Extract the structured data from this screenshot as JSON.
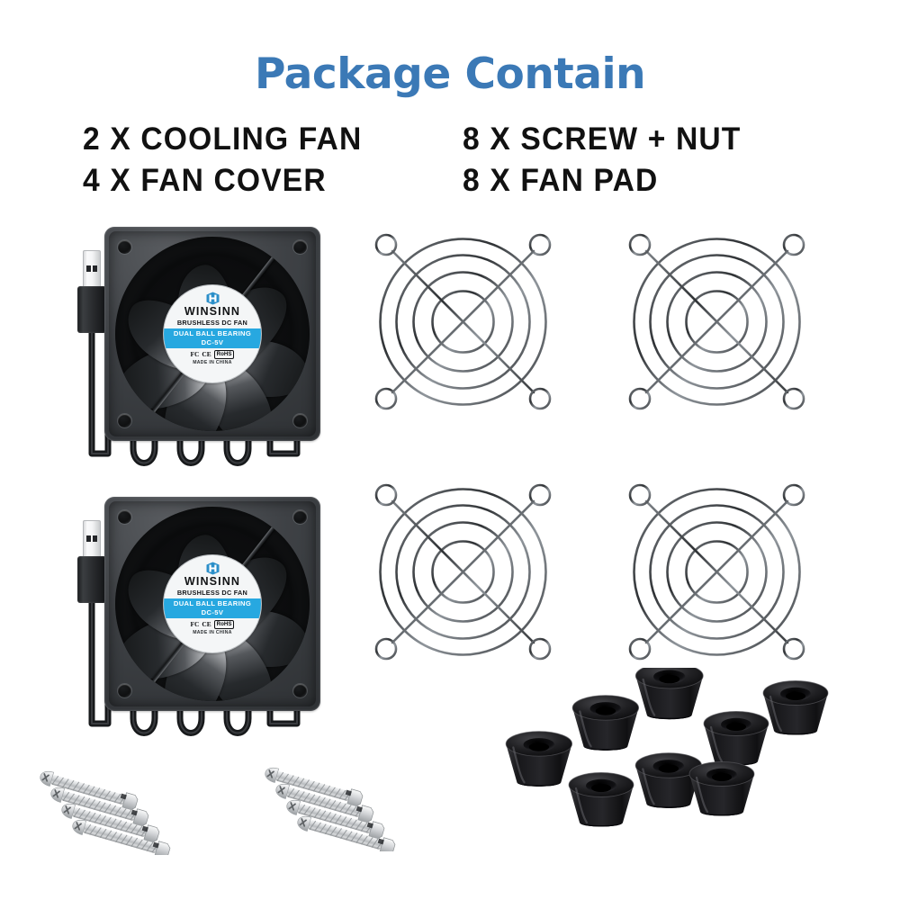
{
  "page": {
    "background_color": "#ffffff",
    "title": "Package Contain",
    "title_color": "#3b79b6"
  },
  "contents": {
    "left_column": [
      "2 X COOLING FAN",
      "4 X FAN COVER"
    ],
    "right_column": [
      "8 X SCREW + NUT",
      "8 X FAN PAD"
    ]
  },
  "fan_label": {
    "logo_icon": "winsinn-hexagon-logo-icon",
    "brand": "WINSINN",
    "type_line": "BRUSHLESS DC FAN",
    "bearing_line": "DUAL BALL BEARING",
    "voltage_line": "DC-5V",
    "cert_fcc": "FC",
    "cert_ce": "CE",
    "cert_rohs": "RoHS",
    "origin": "MADE IN CHINA",
    "band_color": "#27a8e0",
    "face_color": "#f4f6f7"
  },
  "items": {
    "cooling_fan": {
      "name": "USB cooling fan with cable",
      "count": 2,
      "frame_color": "#3e4145",
      "blade_count": 7,
      "connector": "usb-a-male"
    },
    "fan_cover": {
      "name": "Chrome wire fan guard",
      "count": 4,
      "ring_count": 4,
      "corner_loops": 4,
      "wire_color": "#9aa0a6"
    },
    "screw_nut": {
      "name": "Phillips pan head screw with hex nut",
      "count": 8,
      "groups": 2,
      "per_group": 4,
      "metal_color": "#c9ccce"
    },
    "fan_pad": {
      "name": "Rubber anti-vibration pad",
      "count": 8,
      "color": "#1c1c1e"
    }
  }
}
